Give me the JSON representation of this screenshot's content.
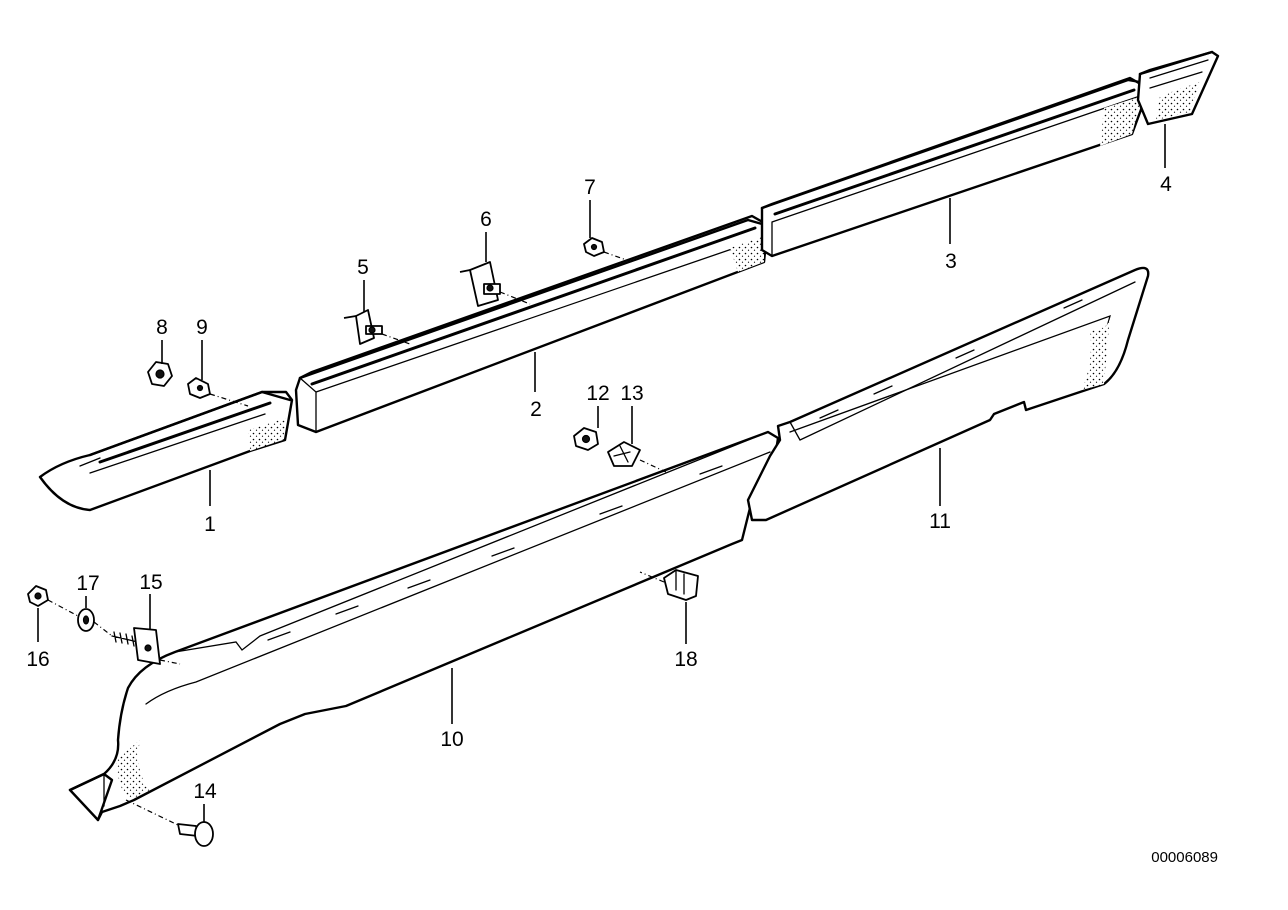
{
  "diagram": {
    "labels": {
      "p1": "1",
      "p2": "2",
      "p3": "3",
      "p4": "4",
      "p5": "5",
      "p6": "6",
      "p7": "7",
      "p8": "8",
      "p9": "9",
      "p10": "10",
      "p11": "11",
      "p12": "12",
      "p13": "13",
      "p14": "14",
      "p15": "15",
      "p16": "16",
      "p17": "17",
      "p18": "18"
    },
    "diagram_code": "00006089"
  }
}
